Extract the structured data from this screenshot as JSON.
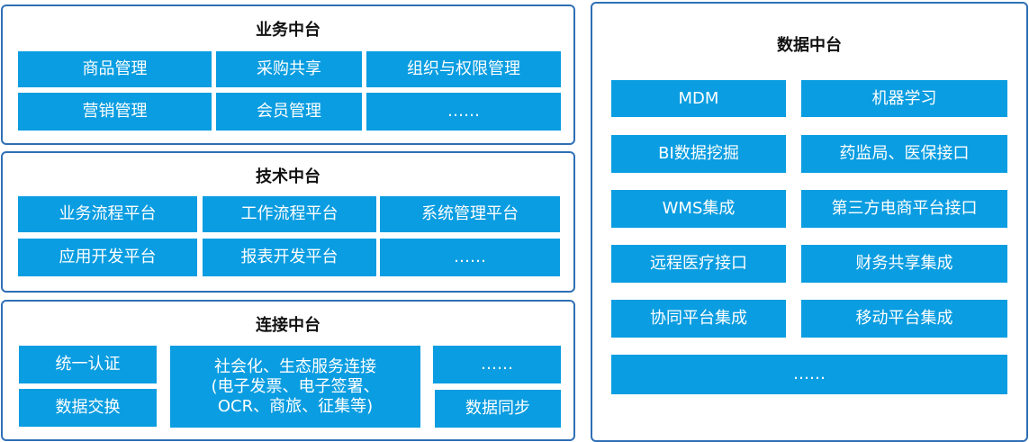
{
  "business": {
    "title": "业务中台",
    "items": [
      "商品管理",
      "采购共享",
      "组织与权限管理",
      "营销管理",
      "会员管理",
      "……"
    ]
  },
  "tech": {
    "title": "技术中台",
    "items": [
      "业务流程平台",
      "工作流程平台",
      "系统管理平台",
      "应用开发平台",
      "报表开发平台",
      "……"
    ]
  },
  "connect": {
    "title": "连接中台",
    "items": [
      "统一认证",
      "数据交换",
      "社会化、生态服务连接\n(电子发票、电子签署、\nOCR、商旅、征集等)",
      "……",
      "数据同步"
    ]
  },
  "data": {
    "title": "数据中台",
    "items": [
      "MDM",
      "机器学习",
      "BI数据挖掘",
      "药监局、医保接口",
      "WMS集成",
      "第三方电商平台接口",
      "远程医疗接口",
      "财务共享集成",
      "协同平台集成",
      "移动平台集成",
      "……"
    ]
  },
  "colors": {
    "border": "#2f6fb5",
    "box": "#0a9de1",
    "box_text": "#ffffff"
  }
}
